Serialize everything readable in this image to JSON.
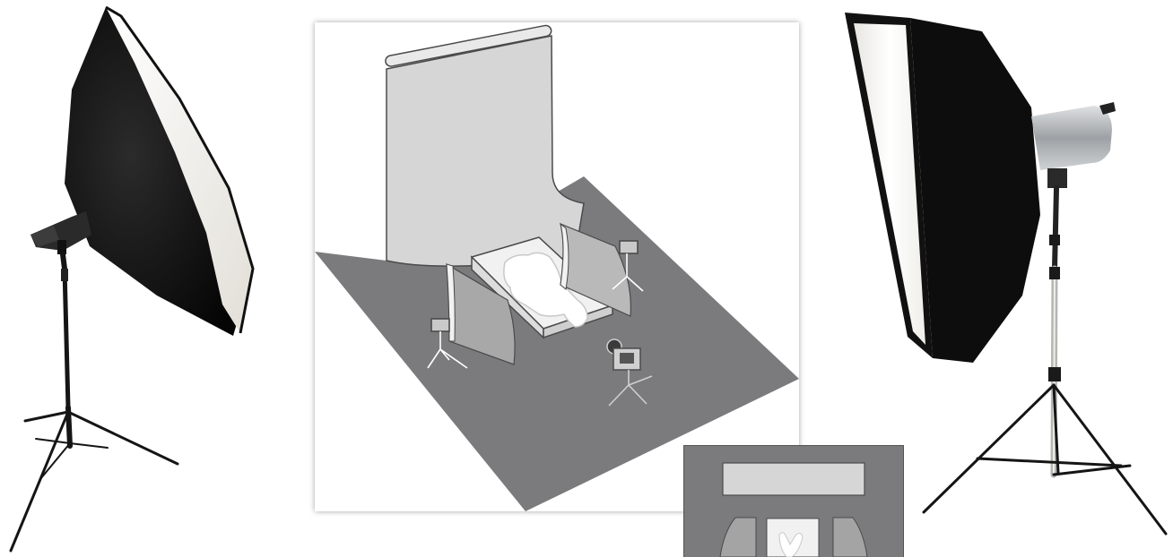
{
  "scene": {
    "left_light": {
      "kind": "softbox-light",
      "modifier": "octagonal-softbox",
      "stand": "tripod-light-stand"
    },
    "right_light": {
      "kind": "softbox-light",
      "modifier": "strip-softbox",
      "stand": "tripod-light-stand"
    }
  },
  "diagram": {
    "view": "perspective",
    "elements": [
      "seamless-backdrop",
      "floor",
      "platform",
      "subject-lying",
      "left-scrim",
      "right-scrim",
      "left-strobe",
      "right-strobe",
      "camera-on-tripod"
    ]
  },
  "inset": {
    "view": "top-down",
    "elements": [
      "backdrop",
      "platform",
      "subject",
      "left-scrim",
      "right-scrim"
    ]
  },
  "colors": {
    "floor": "#7b7b7d",
    "backdrop": "#d6d6d6",
    "outline": "#4a4a4a",
    "platform": "#f0f0f0",
    "softbox_black": "#111111",
    "diffuser": "#f4f2ee",
    "stand_metal": "#1a1a1a",
    "chrome": "#b9bcbf"
  }
}
